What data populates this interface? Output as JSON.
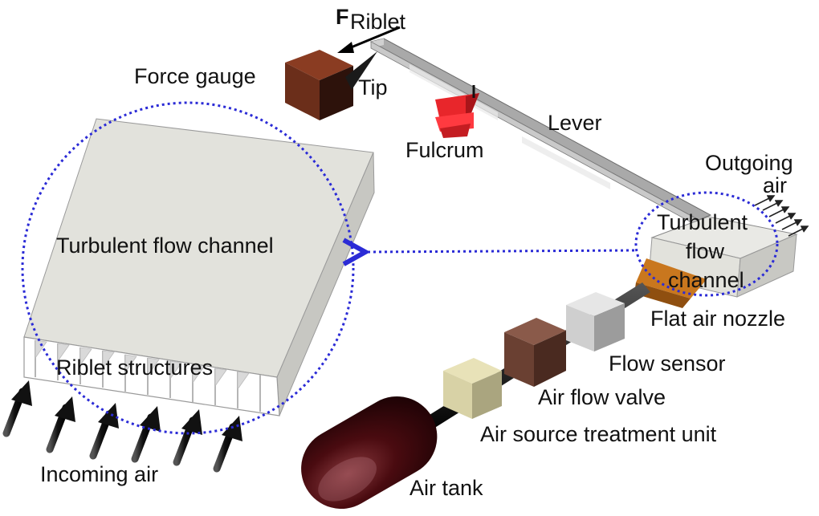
{
  "labels": {
    "force_main": "F",
    "force_sub": "Riblet",
    "force_gauge": "Force gauge",
    "tip": "Tip",
    "fulcrum": "Fulcrum",
    "lever": "Lever",
    "outgoing_air_1": "Outgoing",
    "outgoing_air_2": "air",
    "channel_small_1": "Turbulent",
    "channel_small_2": "flow",
    "channel_small_3": "channel",
    "flat_air_nozzle": "Flat air nozzle",
    "flow_sensor": "Flow sensor",
    "air_flow_valve": "Air flow valve",
    "air_source_treatment_unit": "Air source treatment unit",
    "air_tank": "Air tank",
    "channel_large": "Turbulent flow channel",
    "riblet_structures": "Riblet structures",
    "incoming_air": "Incoming air"
  },
  "colors": {
    "force_gauge": "#6b2e1a",
    "fulcrum": "#e8262b",
    "lever": "#b9b9b9",
    "channel": "#e2e2dc",
    "nozzle": "#c9771e",
    "flow_sensor": "#cfcfcf",
    "air_flow_valve": "#6a4032",
    "treatment_unit": "#d8d2a6",
    "air_tank": "#4a0b10",
    "dotted_circle": "#2b2bd6"
  }
}
